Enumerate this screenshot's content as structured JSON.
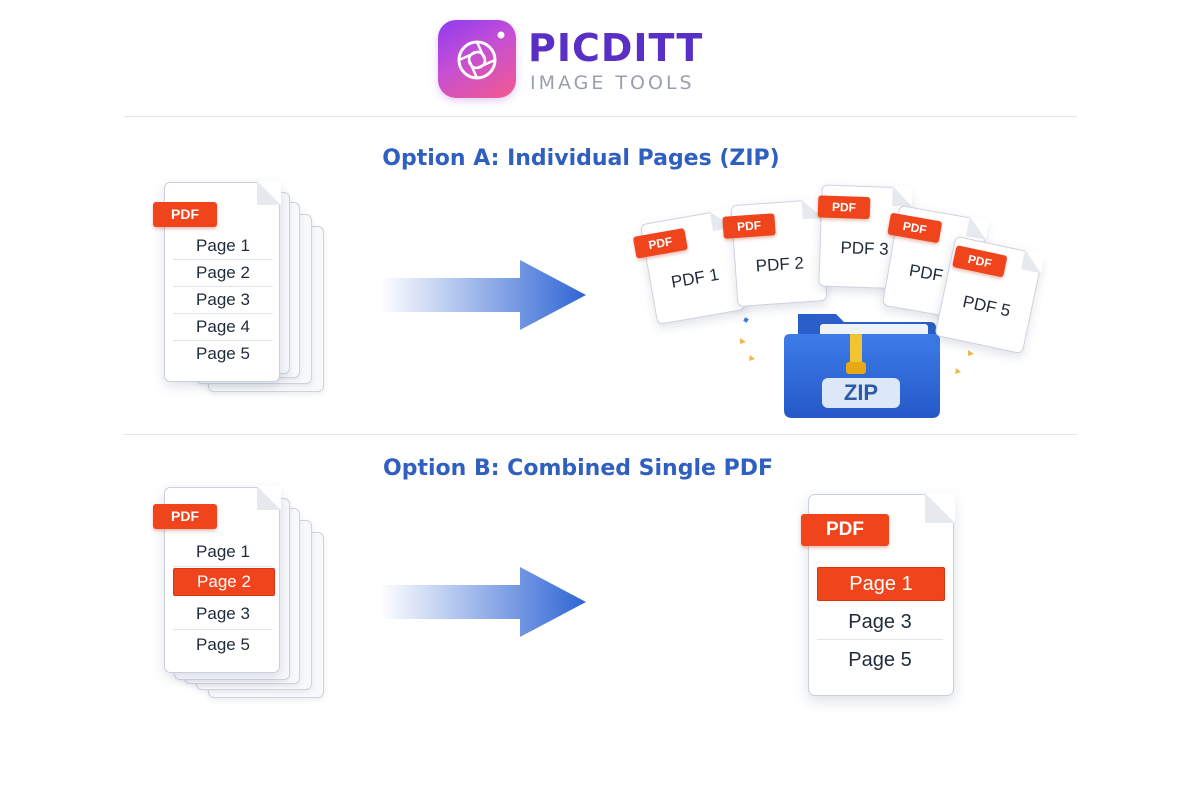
{
  "brand": {
    "name": "PICDITT",
    "tagline": "IMAGE TOOLS",
    "gradient_start": "#8e3bf0",
    "gradient_end": "#f45a8c",
    "icon": "camera-aperture-icon"
  },
  "option_a": {
    "title": "Option A: Individual Pages (ZIP)",
    "source": {
      "tag": "PDF",
      "pages": [
        "Page 1",
        "Page 2",
        "Page 3",
        "Page 4",
        "Page 5"
      ]
    },
    "outputs": [
      {
        "tag": "PDF",
        "label": "PDF 1"
      },
      {
        "tag": "PDF",
        "label": "PDF 2"
      },
      {
        "tag": "PDF",
        "label": "PDF 3"
      },
      {
        "tag": "PDF",
        "label": "PDF 4"
      },
      {
        "tag": "PDF",
        "label": "PDF 5"
      }
    ],
    "archive_label": "ZIP"
  },
  "option_b": {
    "title": "Option B: Combined Single PDF",
    "source": {
      "tag": "PDF",
      "pages": [
        "Page 1",
        "Page 2",
        "Page 3",
        "Page 5"
      ],
      "highlighted": "Page 2"
    },
    "output": {
      "tag": "PDF",
      "pages": [
        "Page 1",
        "Page 3",
        "Page 5"
      ],
      "highlighted": "Page 1"
    }
  },
  "colors": {
    "accent_blue": "#2f5fbf",
    "pdf_red": "#f0441d",
    "folder_blue": "#2f6ddc"
  }
}
